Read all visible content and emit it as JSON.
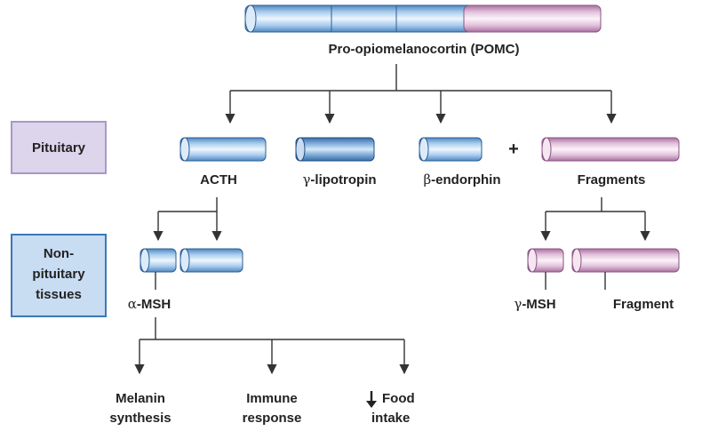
{
  "pomc_label": "Pro-opiomelanocortin (POMC)",
  "regions": {
    "pituitary": "Pituitary",
    "non_pituitary": [
      "Non-",
      "pituitary",
      "tissues"
    ]
  },
  "products": {
    "acth": "ACTH",
    "gamma_symbol": "γ",
    "lipotropin": "-lipotropin",
    "beta_symbol": "β",
    "endorphin": "-endorphin",
    "plus": "+",
    "fragments": "Fragments"
  },
  "non_pituitary_products": {
    "alpha_symbol": "α",
    "alpha_msh": "-MSH",
    "gamma_symbol": "γ",
    "gamma_msh": "-MSH",
    "fragment": "Fragment"
  },
  "effects": {
    "melanin": [
      "Melanin",
      "synthesis"
    ],
    "immune": [
      "Immune",
      "response"
    ],
    "food": [
      "Food",
      "intake"
    ]
  },
  "colors": {
    "blue_light": "#e6f1fb",
    "blue_mid": "#a9cdee",
    "blue_dark": "#4f86c1",
    "pink_light": "#f8eef6",
    "pink_mid": "#e2c2dc",
    "pink_dark": "#a86f9f",
    "pituitary_box": "#ddd5ec",
    "pituitary_border": "#a898c8",
    "nonpit_box": "#c8dcf2",
    "nonpit_border": "#3a78b8"
  }
}
